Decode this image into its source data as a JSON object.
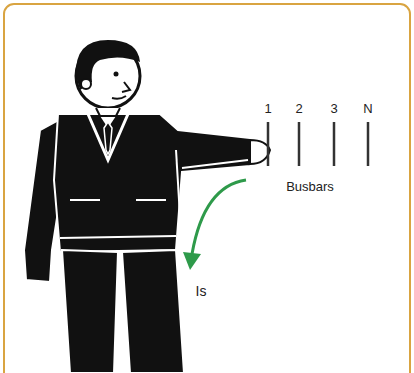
{
  "diagram": {
    "labels": [
      "1",
      "2",
      "3",
      "N",
      "Busbars",
      "Is"
    ]
  }
}
